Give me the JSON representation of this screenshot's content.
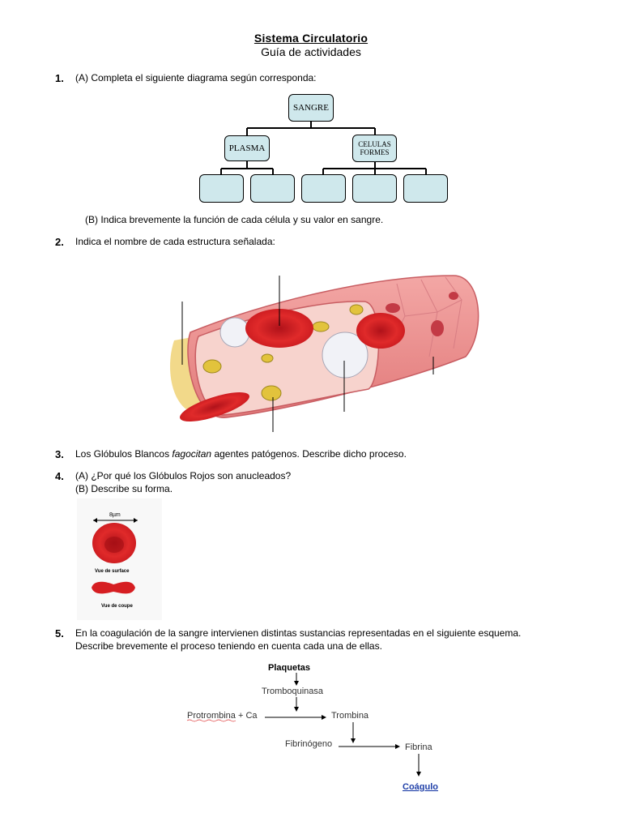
{
  "header": {
    "title": "Sistema Circulatorio",
    "subtitle": "Guía de actividades"
  },
  "q1": {
    "number": "1.",
    "text_a": "(A) Completa el siguiente diagrama según corresponda:",
    "text_b": "(B) Indica brevemente la función de cada célula y su valor en sangre.",
    "diagram": {
      "root": "SANGRE",
      "left": "PLASMA",
      "right_line1": "CELULAS",
      "right_line2": "FORMES"
    }
  },
  "q2": {
    "number": "2.",
    "text": "Indica el nombre de cada estructura señalada:"
  },
  "q3": {
    "number": "3.",
    "text_pre": "Los Glóbulos Blancos ",
    "text_em": "fagocitan",
    "text_post": " agentes patógenos. Describe dicho proceso."
  },
  "q4": {
    "number": "4.",
    "text_a": "(A) ¿Por qué los Glóbulos Rojos son anucleados?",
    "text_b": "(B) Describe su forma.",
    "figure": {
      "scale": "8µm",
      "top_caption": "Vue de surface",
      "bottom_caption": "Vue de coupe"
    }
  },
  "q5": {
    "number": "5.",
    "text_line1": "En la coagulación de la sangre intervienen distintas sustancias representadas en el siguiente esquema.",
    "text_line2": "Describe brevemente el proceso teniendo en cuenta cada una de ellas.",
    "scheme": {
      "plaquetas": "Plaquetas",
      "tromboquinasa": "Tromboquinasa",
      "protrombina": "Protrombina + Ca",
      "trombina": "Trombina",
      "fibrinogeno": "Fibrinógeno",
      "fibrina": "Fibrina",
      "coagulo": "Coágulo"
    }
  }
}
